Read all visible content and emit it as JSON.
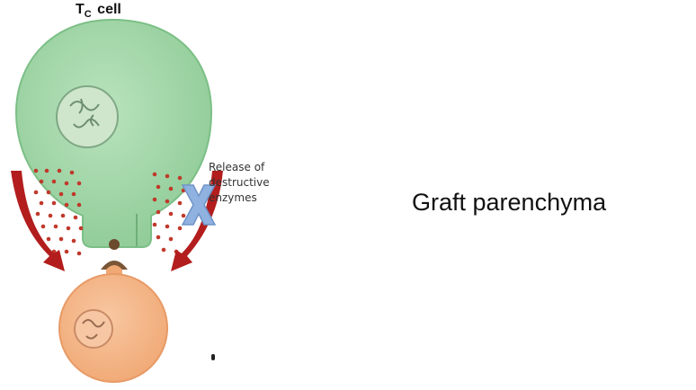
{
  "diagram": {
    "cell_title_main": "T",
    "cell_title_sub": "C",
    "cell_title_rest": " cell",
    "enzyme_label_lines": [
      "Release of",
      "destructive",
      "enzymes"
    ],
    "side_label": "Graft parenchyma",
    "colors": {
      "tc_cell_fill": "#9fd5a6",
      "tc_cell_edge": "#7cbf86",
      "target_cell_fill": "#f4b183",
      "nucleus_fill": "#cfe6cc",
      "target_nucleus_fill": "#f7c7a4",
      "arrow_red": "#b31d1d",
      "granule_red": "#c0392b",
      "x_mark_blue": "#8fb2e0"
    },
    "icons": [
      "red-curved-arrow-icon",
      "blue-x-mark-icon"
    ]
  }
}
